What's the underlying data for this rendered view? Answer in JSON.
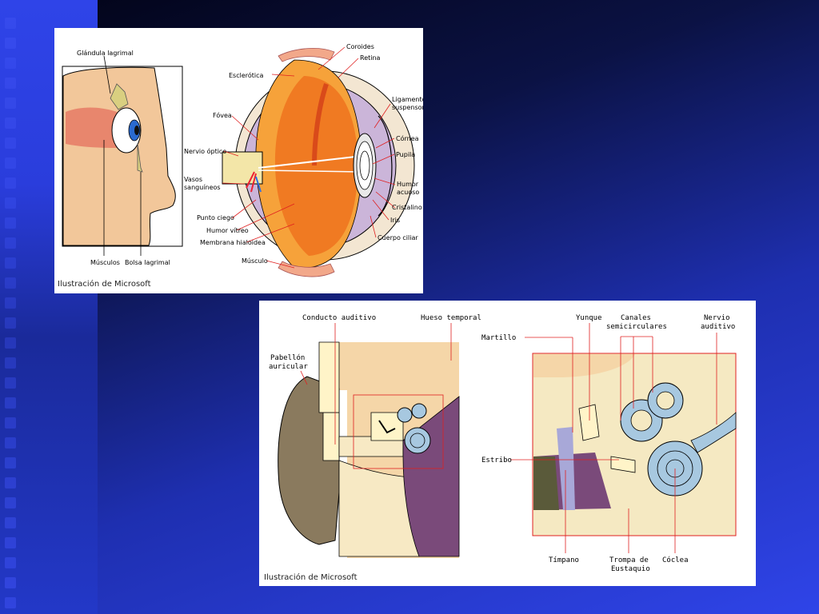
{
  "eye_panel": {
    "credit": "Ilustración de Microsoft",
    "labels": {
      "glandula": "Glándula lagrimal",
      "musculos": "Músculos",
      "bolsa": "Bolsa lagrimal",
      "coroides": "Coroides",
      "retina": "Retina",
      "esclerotica": "Esclerótica",
      "ligamento1": "Ligamento",
      "ligamento2": "suspensor",
      "fovea": "Fóvea",
      "cornea": "Córnea",
      "nervio_optico": "Nervio óptico",
      "pupila": "Pupila",
      "vasos1": "Vasos",
      "vasos2": "sanguíneos",
      "humor_acuoso1": "Humor",
      "humor_acuoso2": "acuoso",
      "cristalino": "Cristalino",
      "punto_ciego": "Punto ciego",
      "iris": "Iris",
      "humor_vitreo": "Humor vítreo",
      "cuerpo_ciliar": "Cuerpo ciliar",
      "membrana": "Membrana hialoidea",
      "musculo": "Músculo"
    }
  },
  "ear_panel": {
    "credit": "Ilustración de Microsoft",
    "labels": {
      "conducto": "Conducto auditivo",
      "hueso": "Hueso temporal",
      "pabellon1": "Pabellón",
      "pabellon2": "auricular",
      "yunque": "Yunque",
      "canales1": "Canales",
      "canales2": "semicirculares",
      "nervio1": "Nervio",
      "nervio2": "auditivo",
      "martillo": "Martillo",
      "estribo": "Estribo",
      "timpano": "Tímpano",
      "trompa1": "Trompa de",
      "trompa2": "Eustaquio",
      "coclea": "Cóclea"
    }
  }
}
